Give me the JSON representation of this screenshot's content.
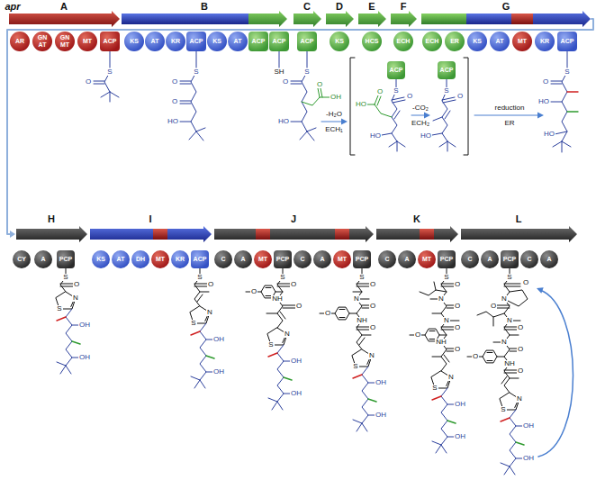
{
  "diagram": {
    "nodes": [
      {
        "text": [
          "AR"
        ]
      },
      {
        "text": [
          "GN AT"
        ]
      },
      {
        "text": [
          "GN MT"
        ]
      },
      {
        "text": [
          "MT"
        ]
      },
      {
        "text": [
          "ACP"
        ]
      },
      {
        "text": [
          "KS"
        ]
      },
      {
        "text": [
          "AT"
        ]
      },
      {
        "text": [
          "KR"
        ]
      },
      {
        "text": [
          "ACP"
        ]
      },
      {
        "text": [
          "KS"
        ]
      },
      {
        "text": [
          "AT"
        ]
      },
      {
        "text": [
          "ACP"
        ]
      },
      {
        "text": [
          "ACP"
        ]
      },
      {
        "text": [
          "ACP"
        ]
      },
      {
        "text": [
          "KS"
        ]
      },
      {
        "text": [
          "HCS"
        ]
      },
      {
        "text": [
          "ECH"
        ]
      },
      {
        "text": [
          "ECH"
        ]
      },
      {
        "text": [
          "ER"
        ]
      },
      {
        "text": [
          "KS"
        ]
      },
      {
        "text": [
          "AT"
        ]
      },
      {
        "text": [
          "MT"
        ]
      },
      {
        "text": [
          "KR"
        ]
      },
      {
        "text": [
          "ACP"
        ]
      },
      {
        "text": [
          "ACP"
        ]
      },
      {
        "text": [
          "ACP"
        ]
      },
      {
        "text": [
          "CY"
        ]
      },
      {
        "text": [
          "A"
        ]
      },
      {
        "text": [
          "PCP"
        ]
      },
      {
        "text": [
          "KS"
        ]
      },
      {
        "text": [
          "AT"
        ]
      },
      {
        "text": [
          "DH"
        ]
      },
      {
        "text": [
          "MT"
        ]
      },
      {
        "text": [
          "KR"
        ]
      },
      {
        "text": [
          "ACP"
        ]
      },
      {
        "text": [
          "C"
        ]
      },
      {
        "text": [
          "A"
        ]
      },
      {
        "text": [
          "MT"
        ]
      },
      {
        "text": [
          "PCP"
        ]
      },
      {
        "text": [
          "C"
        ]
      },
      {
        "text": [
          "A"
        ]
      },
      {
        "text": [
          "MT"
        ]
      },
      {
        "text": [
          "PCP"
        ]
      },
      {
        "text": [
          "C"
        ]
      },
      {
        "text": [
          "A"
        ]
      },
      {
        "text": [
          "MT"
        ]
      },
      {
        "text": [
          "PCP"
        ]
      },
      {
        "text": [
          "C"
        ]
      },
      {
        "text": [
          "A"
        ]
      },
      {
        "text": [
          "PCP"
        ]
      },
      {
        "text": [
          "C"
        ]
      },
      {
        "text": [
          "A"
        ]
      }
    ],
    "labels": [
      "apr",
      "A",
      "B",
      "C",
      "D",
      "E",
      "F",
      "G",
      "H",
      "I",
      "J",
      "K",
      "L",
      "S",
      "O",
      "S",
      "O",
      "O",
      "HO",
      "SH",
      "S",
      "O",
      "O",
      "OH",
      "HO",
      "-H₂O",
      "ECH₁",
      "S",
      "O",
      "O",
      "HO",
      "HO",
      "-CO₂",
      "ECH₂",
      "S",
      "O",
      "HO",
      "reduction",
      "ER",
      "S",
      "O",
      "HO",
      "HO",
      "S",
      "O",
      "N",
      "S",
      "OH",
      "OH",
      "S",
      "O",
      "N",
      "S",
      "OH",
      "OH",
      "S",
      "O",
      "O",
      "NH",
      "O",
      "N",
      "S",
      "OH",
      "OH",
      "S",
      "O",
      "N",
      "O",
      "O",
      "NH",
      "O",
      "N",
      "S",
      "OH",
      "OH",
      "S",
      "O",
      "N",
      "O",
      "N",
      "O",
      "O",
      "NH",
      "O",
      "N",
      "S",
      "OH",
      "OH",
      "S",
      "O",
      "N",
      "O",
      "N",
      "O",
      "N",
      "O",
      "O",
      "NH",
      "O",
      "N",
      "S",
      "OH",
      "OH"
    ]
  }
}
